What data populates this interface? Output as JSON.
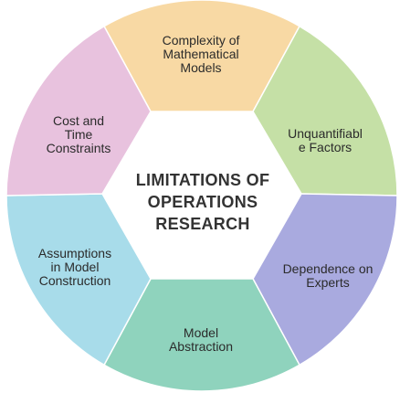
{
  "center": {
    "title": "LIMITATIONS OF\nOPERATIONS\nRESEARCH"
  },
  "segments": [
    {
      "id": "complexity",
      "label": "Complexity of\nMathematical\nModels",
      "color": "#f8d9a4"
    },
    {
      "id": "unquantifiable",
      "label": "Unquantifiabl\ne Factors",
      "color": "#c5e0a6"
    },
    {
      "id": "dependence",
      "label": "Dependence on\nExperts",
      "color": "#a9aadf"
    },
    {
      "id": "abstraction",
      "label": "Model\nAbstraction",
      "color": "#8fd3bd"
    },
    {
      "id": "assumptions",
      "label": "Assumptions\nin Model\nConstruction",
      "color": "#a8dcea"
    },
    {
      "id": "cost-time",
      "label": "Cost and\nTime\nConstraints",
      "color": "#e8c2de"
    }
  ]
}
